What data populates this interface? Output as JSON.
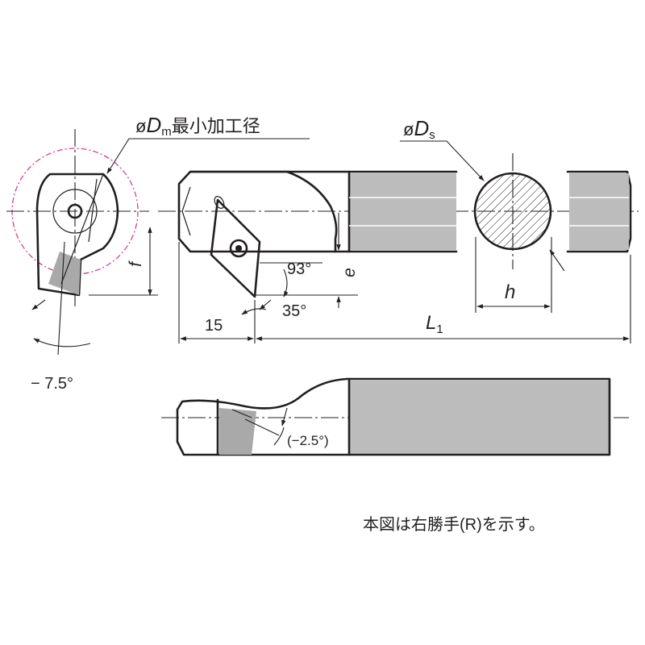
{
  "labels": {
    "dm_prefix": "ø",
    "dm_symbol": "D",
    "dm_sub": "m",
    "dm_text": "最小加工径",
    "ds_prefix": "ø",
    "ds_symbol": "D",
    "ds_sub": "s",
    "f": "f",
    "e": "e",
    "h": "h",
    "l1_symbol": "L",
    "l1_sub": "1",
    "dim_15": "15",
    "angle_93": "93°",
    "angle_35": "35°",
    "angle_neg75": "− 7.5°",
    "angle_neg25": "(−2.5°)",
    "note": "本図は右勝手(R)を示す。"
  }
}
